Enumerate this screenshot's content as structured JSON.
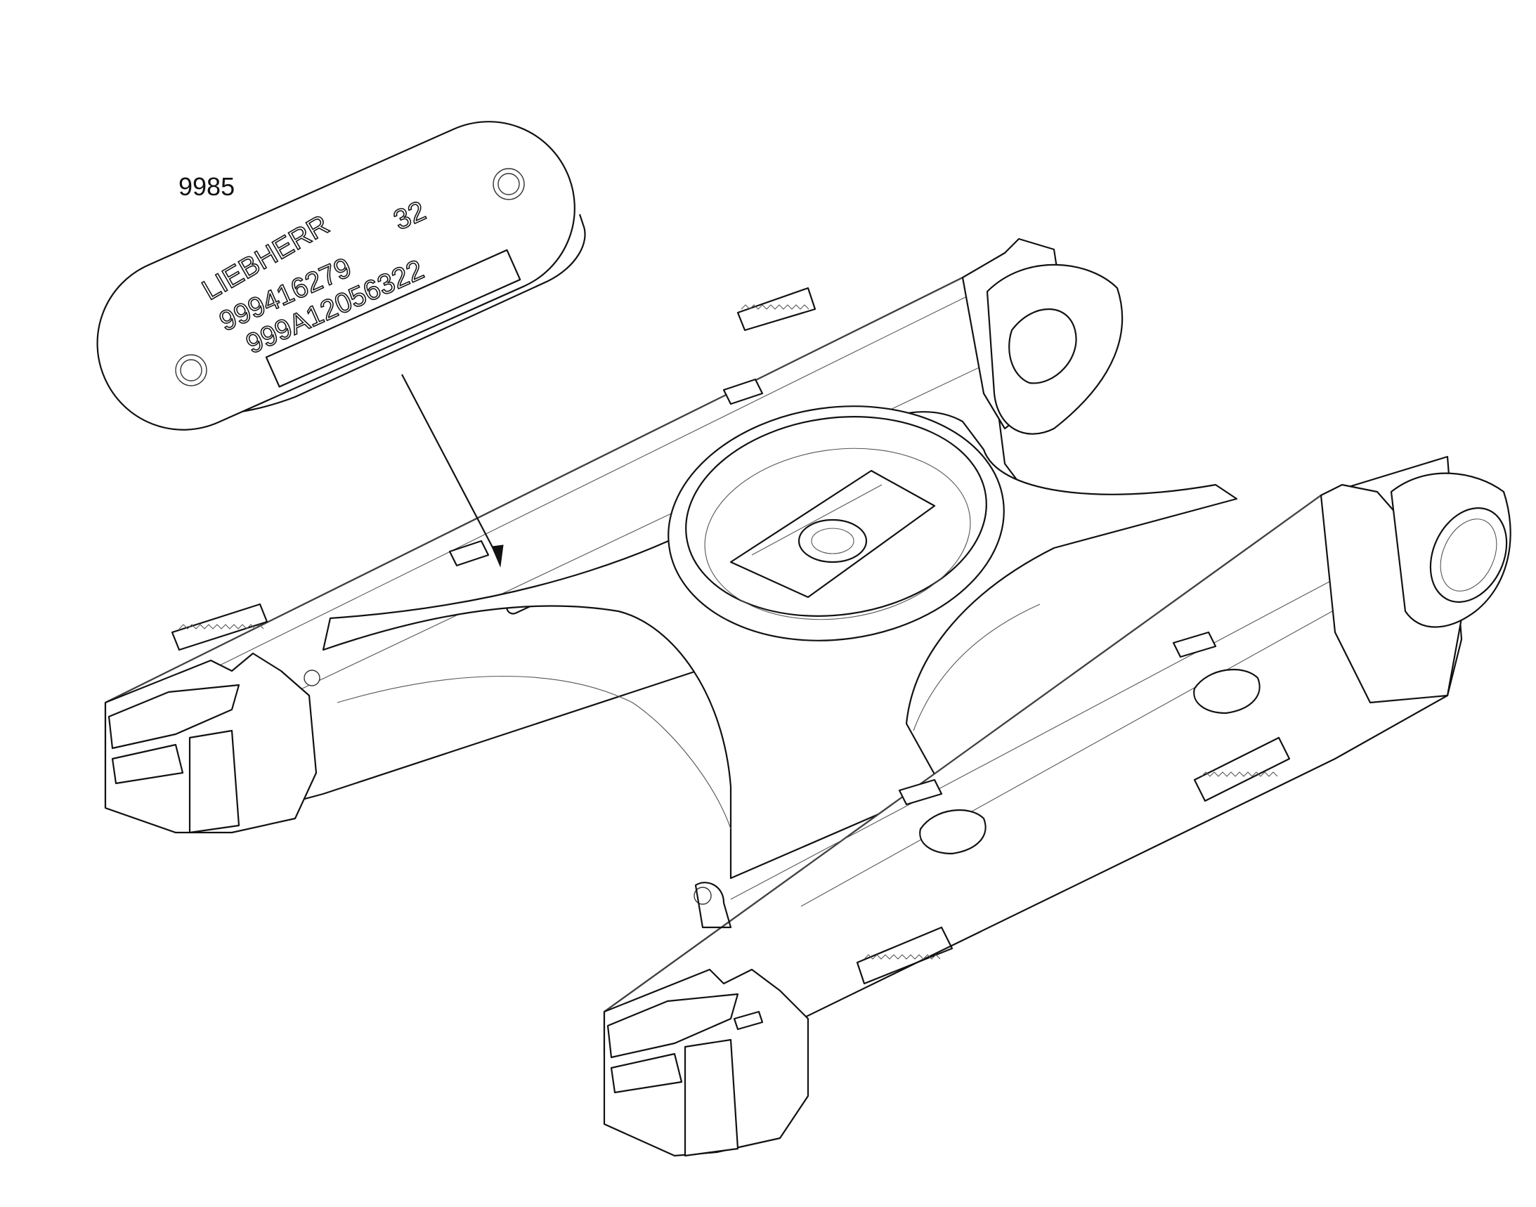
{
  "callout": {
    "part_number": "9985"
  },
  "plate": {
    "brand": "LIEBHERR",
    "line1": "99941627932",
    "line1_number": "999416279",
    "line1_suffix": "32",
    "line2": "999A12056322"
  },
  "colors": {
    "line": "#111111",
    "background": "#ffffff"
  }
}
